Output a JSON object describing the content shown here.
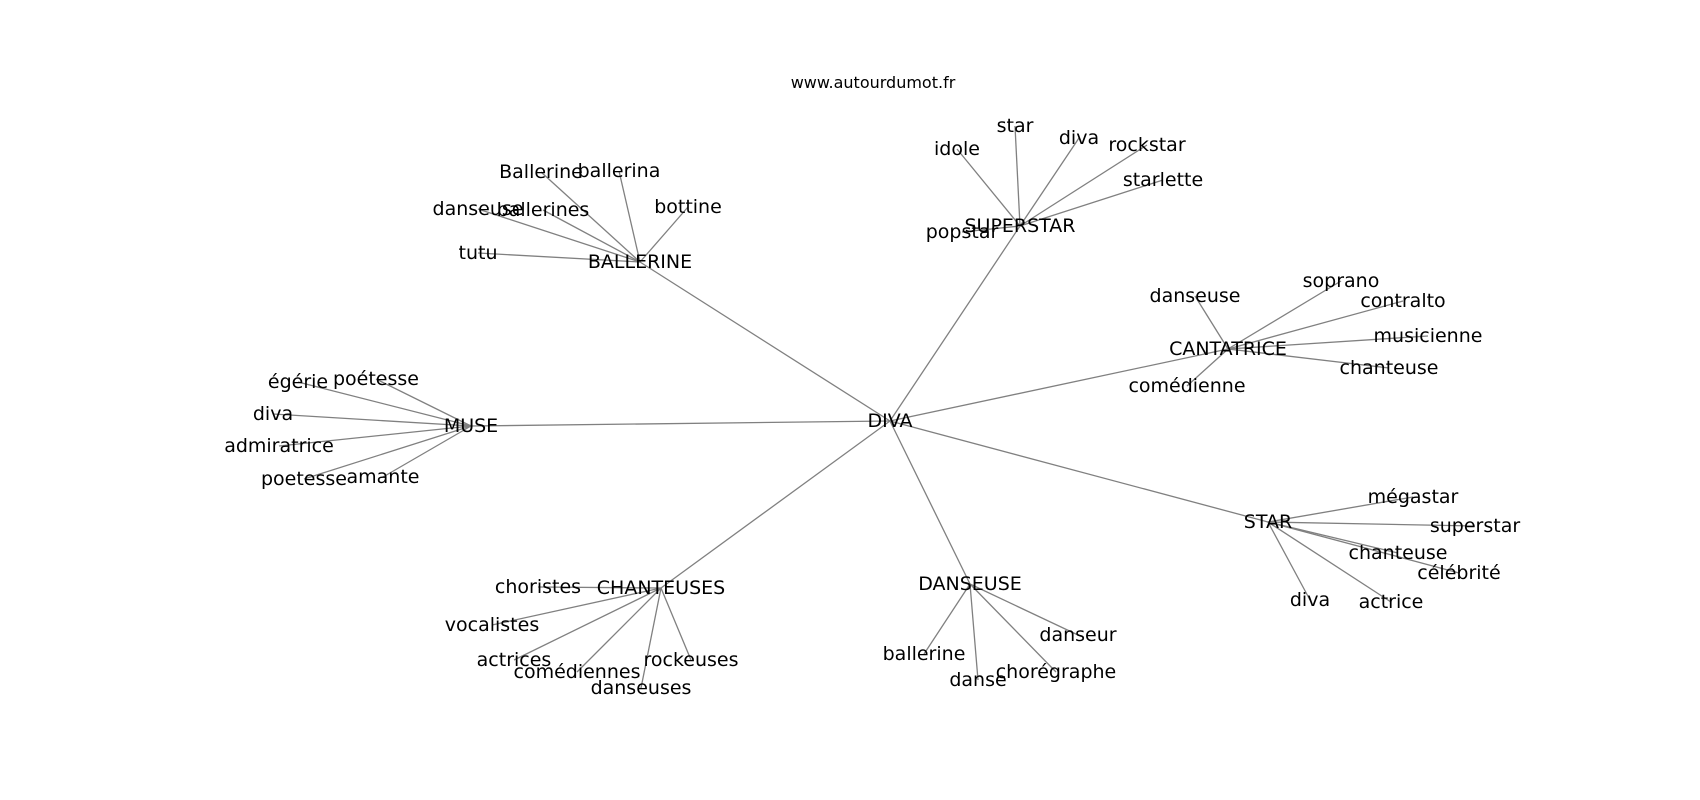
{
  "source": "www.autourdumot.fr",
  "center": "DIVA",
  "groups": [
    {
      "hub": "BALLERINE",
      "words": [
        "Ballerine",
        "ballerina",
        "danseuse",
        "ballerines",
        "bottine",
        "tutu"
      ]
    },
    {
      "hub": "SUPERSTAR",
      "words": [
        "idole",
        "star",
        "diva",
        "rockstar",
        "starlette",
        "popstar"
      ]
    },
    {
      "hub": "CANTATRICE",
      "words": [
        "danseuse",
        "soprano",
        "contralto",
        "musicienne",
        "chanteuse",
        "comédienne"
      ]
    },
    {
      "hub": "MUSE",
      "words": [
        "égérie",
        "poétesse",
        "diva",
        "admiratrice",
        "poetesse",
        "amante"
      ]
    },
    {
      "hub": "STAR",
      "words": [
        "mégastar",
        "superstar",
        "chanteuse",
        "célébrité",
        "diva",
        "actrice"
      ]
    },
    {
      "hub": "DANSEUSE",
      "words": [
        "danseur",
        "ballerine",
        "chorégraphe",
        "danse"
      ]
    },
    {
      "hub": "CHANTEUSES",
      "words": [
        "choristes",
        "vocalistes",
        "actrices",
        "comédiennes",
        "rockeuses",
        "danseuses"
      ]
    }
  ]
}
